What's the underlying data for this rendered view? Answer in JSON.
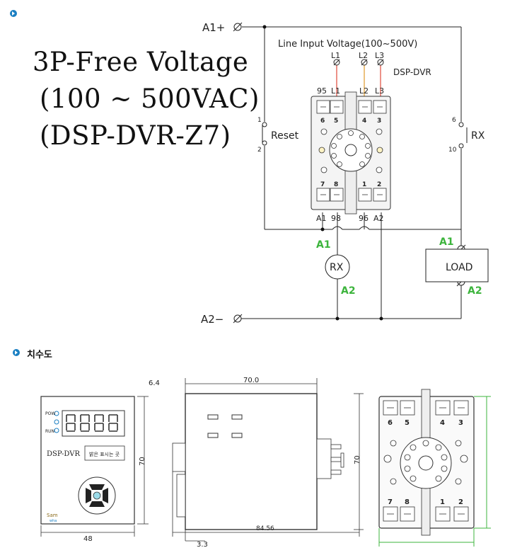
{
  "title_lines": [
    "3P-Free Voltage",
    "(100 ~ 500VAC)",
    "(DSP-DVR-Z7)"
  ],
  "section_dimensions": "치수도",
  "wiring": {
    "a1_plus": "A1+",
    "a2_minus": "A2−",
    "line_input": "Line Input Voltage(100~500V)",
    "model": "DSP-DVR",
    "l1": "L1",
    "l2": "L2",
    "l3": "L3",
    "top_terms": [
      "95",
      "L1",
      "L2",
      "L3"
    ],
    "top_nums": [
      "6",
      "5",
      "4",
      "3"
    ],
    "bottom_nums": [
      "7",
      "8",
      "1",
      "2"
    ],
    "bottom_terms": [
      "A1",
      "98",
      "96",
      "A2"
    ],
    "reset": "Reset",
    "reset_1": "1",
    "reset_2": "2",
    "rx_contact": "RX",
    "rx_6": "6",
    "rx_10": "10",
    "rx_coil": "RX",
    "rx_a1": "A1",
    "rx_a2": "A2",
    "load": "LOAD",
    "load_a1": "A1",
    "load_a2": "A2"
  },
  "front": {
    "pow": "POW",
    "run": "RUN",
    "model": "DSP-DVR",
    "label_box": "밝은 표시는 곳",
    "brand": "Sam",
    "brand2": "wha",
    "width": "48",
    "height": "70"
  },
  "side": {
    "d64": "6.4",
    "d70": "70.0",
    "d70v": "70",
    "d8456": "84.56",
    "d33": "3.3"
  },
  "socket": {
    "top_nums": [
      "6",
      "5",
      "4",
      "3"
    ],
    "bottom_nums": [
      "7",
      "8",
      "1",
      "2"
    ]
  },
  "colors": {
    "dim_green": "#3cb43c",
    "wire_red": "#e0483a",
    "wire_orange": "#e09a2a",
    "accent_blue": "#1a7fc2"
  }
}
